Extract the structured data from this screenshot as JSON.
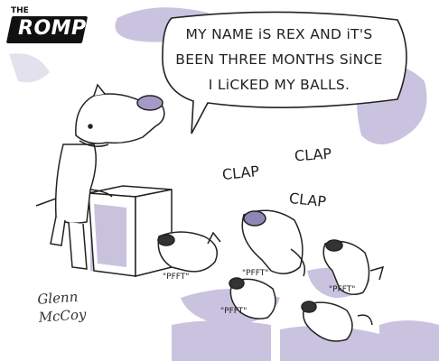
{
  "logo": {
    "top_text": "THE",
    "name": "ROMP"
  },
  "speech": {
    "lines": [
      "MY NAME iS REX AND iT'S",
      "BEEN THREE MONTHS SiNCE",
      "I LiCKED MY BALLS."
    ]
  },
  "sounds": [
    "CLAP",
    "CLAP",
    "CLAP"
  ],
  "whispers": [
    "\"PFFT\"",
    "\"PFFT\"",
    "\"PFFT\"",
    "\"PFFT\""
  ],
  "signature": {
    "line1": "Glenn",
    "line2": "McCoy"
  },
  "colors": {
    "ink": "#222222",
    "wash": "#a59ac6",
    "wash_dark": "#8e86b4",
    "logo_bg": "#111111"
  }
}
